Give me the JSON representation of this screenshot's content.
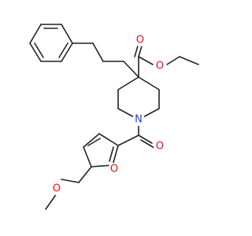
{
  "atoms": {
    "nitrogen": {
      "symbol": "N",
      "color": "#2b3bd6"
    },
    "carbonyl_oxygen_amide": {
      "symbol": "O",
      "color": "#e0141b"
    },
    "furan_oxygen": {
      "symbol": "O",
      "color": "#e0141b"
    },
    "ether_oxygen": {
      "symbol": "O",
      "color": "#e0141b"
    },
    "ester_carbonyl_oxygen": {
      "symbol": "O",
      "color": "#e0141b"
    },
    "ester_single_oxygen": {
      "symbol": "O",
      "color": "#e0141b"
    }
  },
  "colors": {
    "bond": "#222222",
    "heteroatom_oxygen": "#e0141b",
    "heteroatom_nitrogen": "#2b3bd6"
  }
}
